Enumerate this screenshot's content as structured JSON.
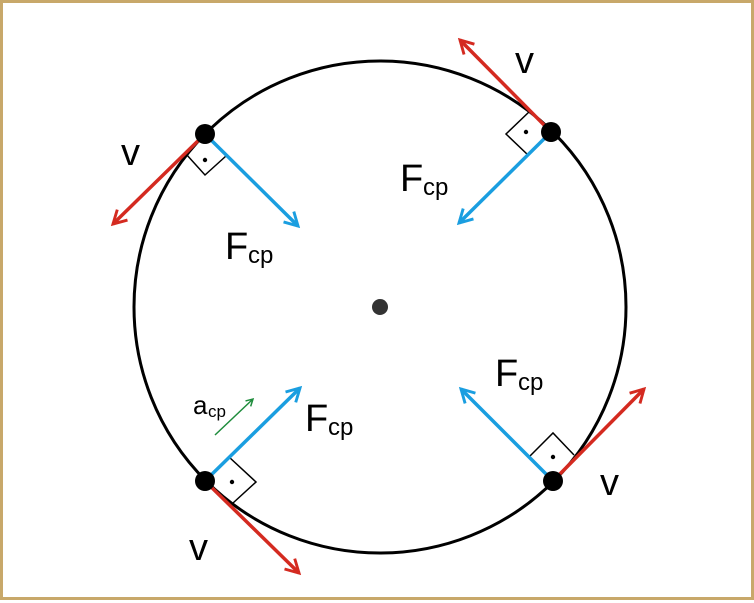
{
  "labels": {
    "velocity": "v",
    "force": "F",
    "force_sub": "cp",
    "accel": "a",
    "accel_sub": "cp"
  },
  "colors": {
    "frame": "#c8a86a",
    "circle": "#000000",
    "velocity": "#d42a20",
    "force": "#1a9ee0",
    "accel": "#1e8c3c"
  }
}
